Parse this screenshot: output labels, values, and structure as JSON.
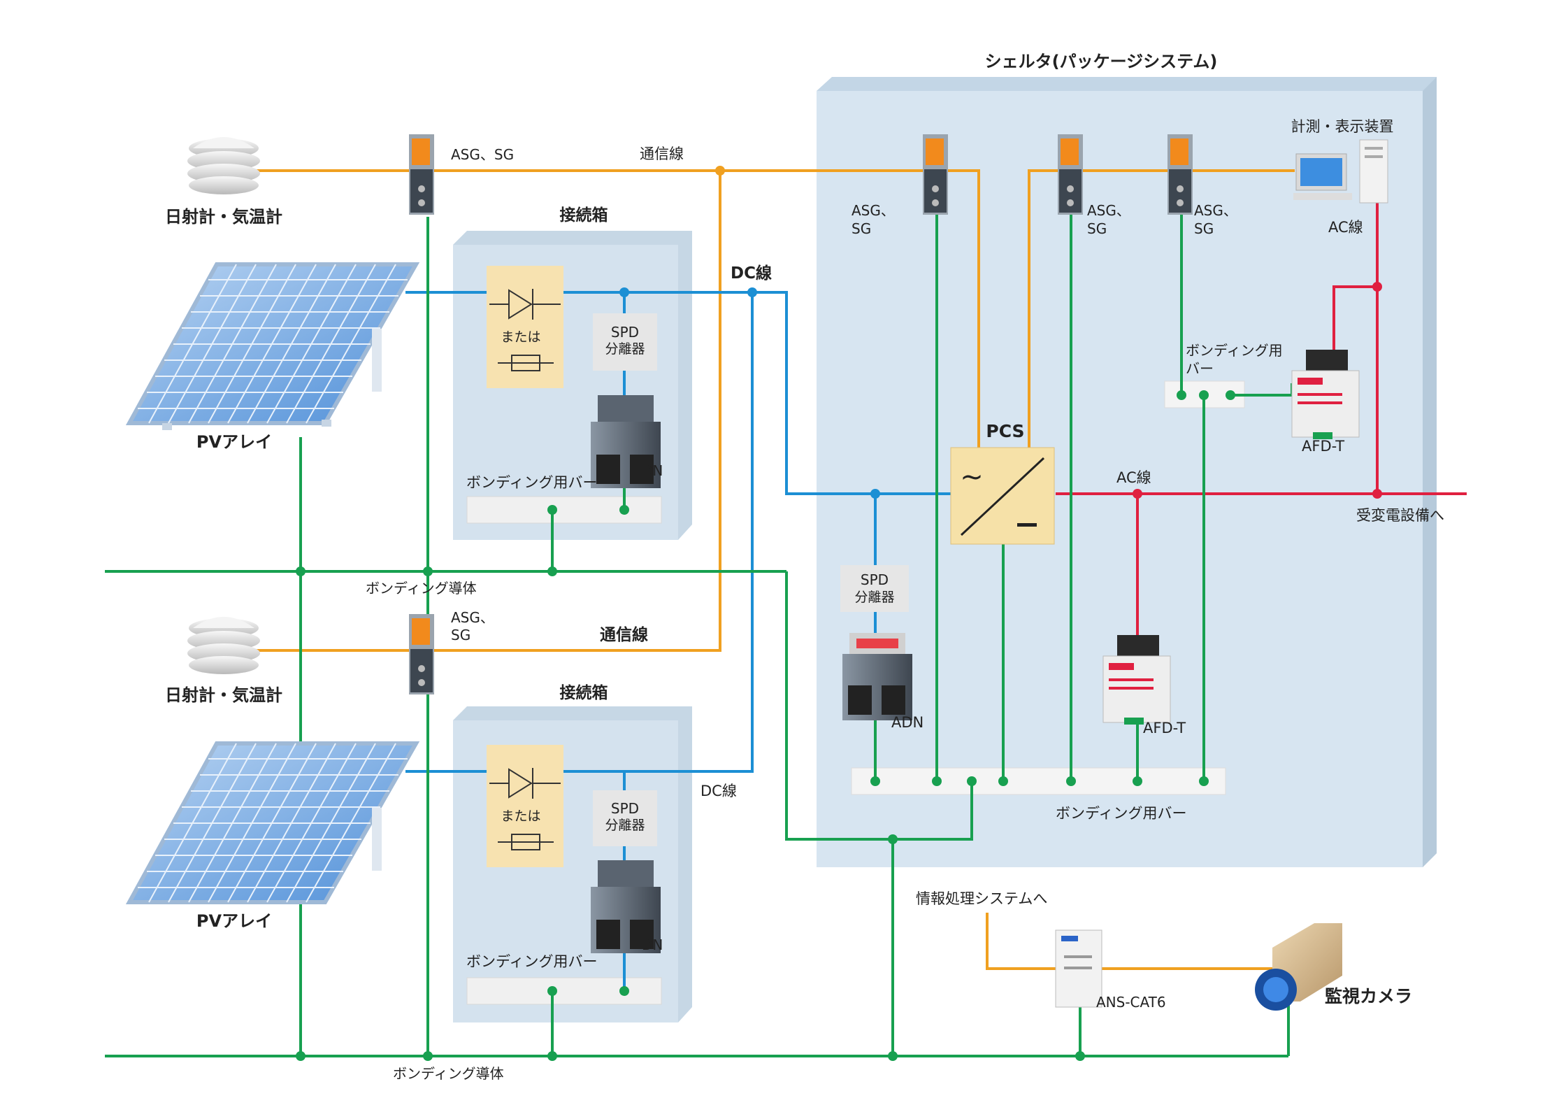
{
  "title": "シェルタ(パッケージシステム)",
  "labels": {
    "sensor_top": "日射計・気温計",
    "sensor_bottom": "日射計・気温計",
    "pv_top": "PVアレイ",
    "pv_bottom": "PVアレイ",
    "asg_sg_top": "ASG、SG",
    "asg_sg_bottom_1": "ASG、",
    "asg_sg_bottom_2": "SG",
    "comm_line_top": "通信線",
    "comm_line_bottom": "通信線",
    "junction_box_top": "接続箱",
    "junction_box_bottom": "接続箱",
    "dc_line_top": "DC線",
    "dc_line_bottom": "DC線",
    "or_top": "または",
    "or_bottom": "または",
    "spd_top_1": "SPD",
    "spd_top_2": "分離器",
    "spd_bottom_1": "SPD",
    "spd_bottom_2": "分離器",
    "dn_top": "DN",
    "dn_bottom": "DN",
    "bonding_bar_jb_top": "ボンディング用バー",
    "bonding_bar_jb_bottom": "ボンディング用バー",
    "bonding_conductor_top": "ボンディング導体",
    "bonding_conductor_bottom": "ボンディング導体",
    "shelter_asg_1a": "ASG、",
    "shelter_asg_1b": "SG",
    "shelter_asg_2a": "ASG、",
    "shelter_asg_2b": "SG",
    "shelter_asg_3a": "ASG、",
    "shelter_asg_3b": "SG",
    "measurement": "計測・表示装置",
    "ac_line_vertical": "AC線",
    "bonding_bar_small_1": "ボンディング用",
    "bonding_bar_small_2": "バー",
    "afd_t_top": "AFD-T",
    "pcs": "PCS",
    "ac_line": "AC線",
    "to_substation": "受変電設備へ",
    "spd_shelter_1": "SPD",
    "spd_shelter_2": "分離器",
    "adn": "ADN",
    "afd_t_bottom": "AFD-T",
    "bonding_bar_shelter": "ボンディング用バー",
    "to_info_system": "情報処理システムへ",
    "ans_cat6": "ANS-CAT6",
    "camera": "監視カメラ",
    "pcs_symbol_ac": "~"
  },
  "colors": {
    "comm_line": "#f0a020",
    "dc_line": "#1c8fd4",
    "ac_line": "#e02040",
    "bonding": "#18a050",
    "shelter_fill": "#d7e5f1",
    "junction_fill": "#d4e2ee",
    "pcs_fill": "#f6e1a8",
    "diode_fill": "#f7e2b0"
  }
}
